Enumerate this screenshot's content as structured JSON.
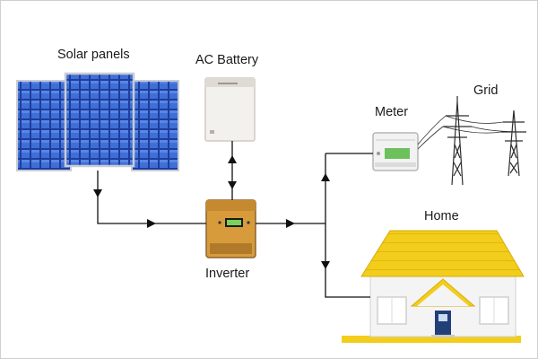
{
  "diagram": {
    "labels": {
      "solar_panels": "Solar panels",
      "ac_battery": "AC Battery",
      "meter": "Meter",
      "grid": "Grid",
      "home": "Home",
      "inverter": "Inverter"
    }
  }
}
